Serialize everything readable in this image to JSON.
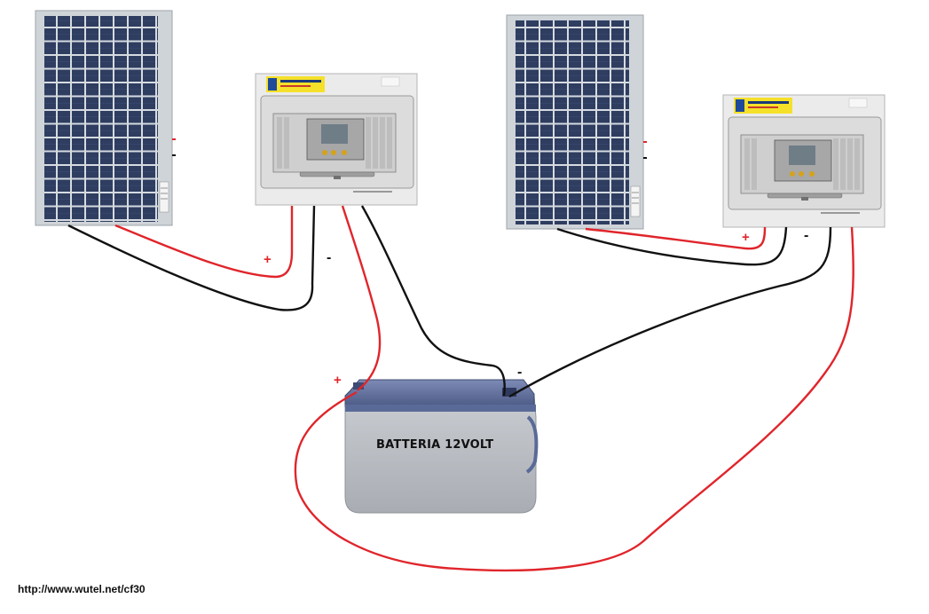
{
  "labels": {
    "battery": "BATTERIA 12VOLT",
    "url": "http://www.wutel.net/cf30",
    "plus": "+",
    "minus": "-"
  },
  "panels": [
    {
      "name": "solar-panel-left"
    },
    {
      "name": "solar-panel-right"
    }
  ],
  "controllers": [
    {
      "name": "charge-controller-box-left"
    },
    {
      "name": "charge-controller-box-right"
    }
  ],
  "wires": {
    "positive_color": "#e0252b",
    "negative_color": "#111111"
  },
  "colors": {
    "battery_body": "#b9bcc1",
    "battery_lid": "#5a6a98",
    "panel_cells": "#2b3a5c",
    "panel_frame": "#cfd4d8",
    "controller_box": "#e9e9e9",
    "controller_label": "#f5e12a"
  }
}
